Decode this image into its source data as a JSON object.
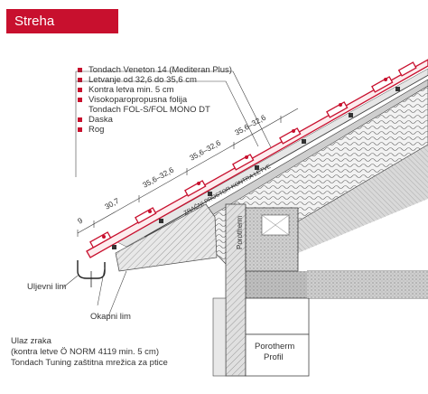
{
  "header": {
    "title": "Streha",
    "color": "#c8102e"
  },
  "legend": {
    "items": [
      {
        "label": "Tondach Veneton 14 (Mediteran Plus)"
      },
      {
        "label": "Letvanje od 32,6 do 35,6 cm"
      },
      {
        "label": "Kontra letva min. 5 cm"
      },
      {
        "label": "Visokoparopropusna folija",
        "sub": "Tondach FOL-S/FOL MONO DT"
      },
      {
        "label": "Daska"
      },
      {
        "label": "Rog"
      }
    ]
  },
  "dimensions": [
    "9",
    "30,7",
    "35,6–32,6",
    "35,6–32,6",
    "35,6–32,6"
  ],
  "labels": {
    "ventilation": "ZRAČNI PROSTOR KONTRA LETVE",
    "porotherm_vertical": "Porotherm",
    "uljevni_lim": "Uljevni lim",
    "okapni_lim": "Okapni lim",
    "ulaz_zraka_1": "Ulaz zraka",
    "ulaz_zraka_2": "(kontra letve Ö NORM 4119 min. 5 cm)",
    "ulaz_zraka_3": "Tondach Tuning zaštitna mrežica za ptice",
    "porotherm_profil_1": "Porotherm",
    "porotherm_profil_2": "Profil"
  }
}
